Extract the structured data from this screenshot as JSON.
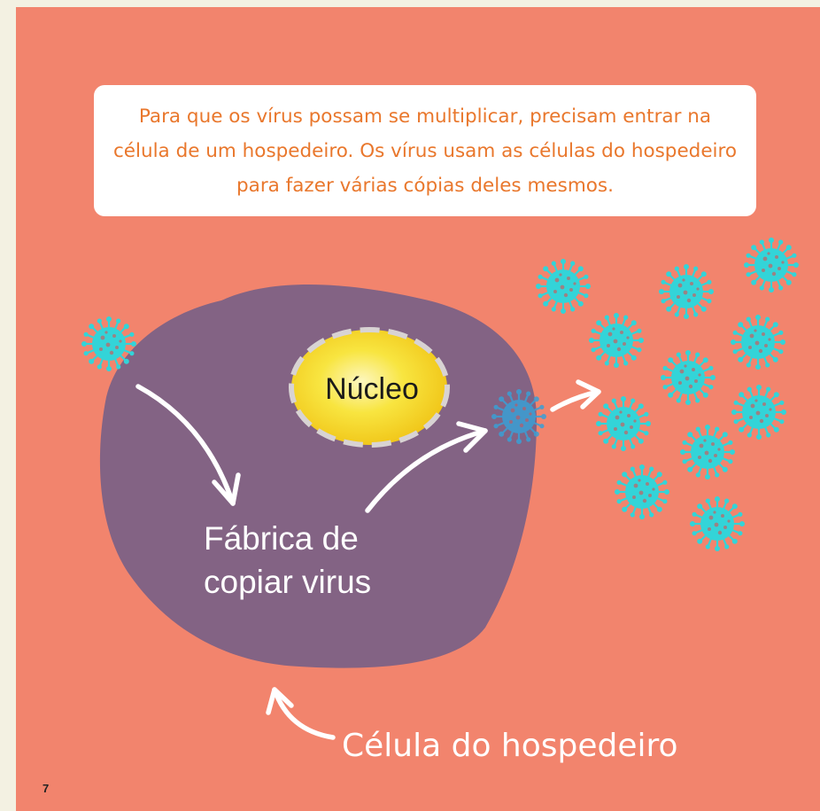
{
  "intro": {
    "text": "Para que os vírus possam se multiplicar, precisam entrar na célula de um hospedeiro. Os vírus usam as células do hospedeiro para fazer várias cópias deles mesmos."
  },
  "labels": {
    "nucleus": "Núcleo",
    "factory_line1": "Fábrica de",
    "factory_line2": "copiar virus",
    "host_cell": "Célula do hospedeiro"
  },
  "page_number": "7",
  "colors": {
    "page_background": "#f2846d",
    "cell": "#836384",
    "nucleus": "#f5d416",
    "virus": "#33d4d8",
    "virus_inside": "#3a9fd6",
    "intro_text": "#e9772c",
    "arrows": "#ffffff"
  }
}
